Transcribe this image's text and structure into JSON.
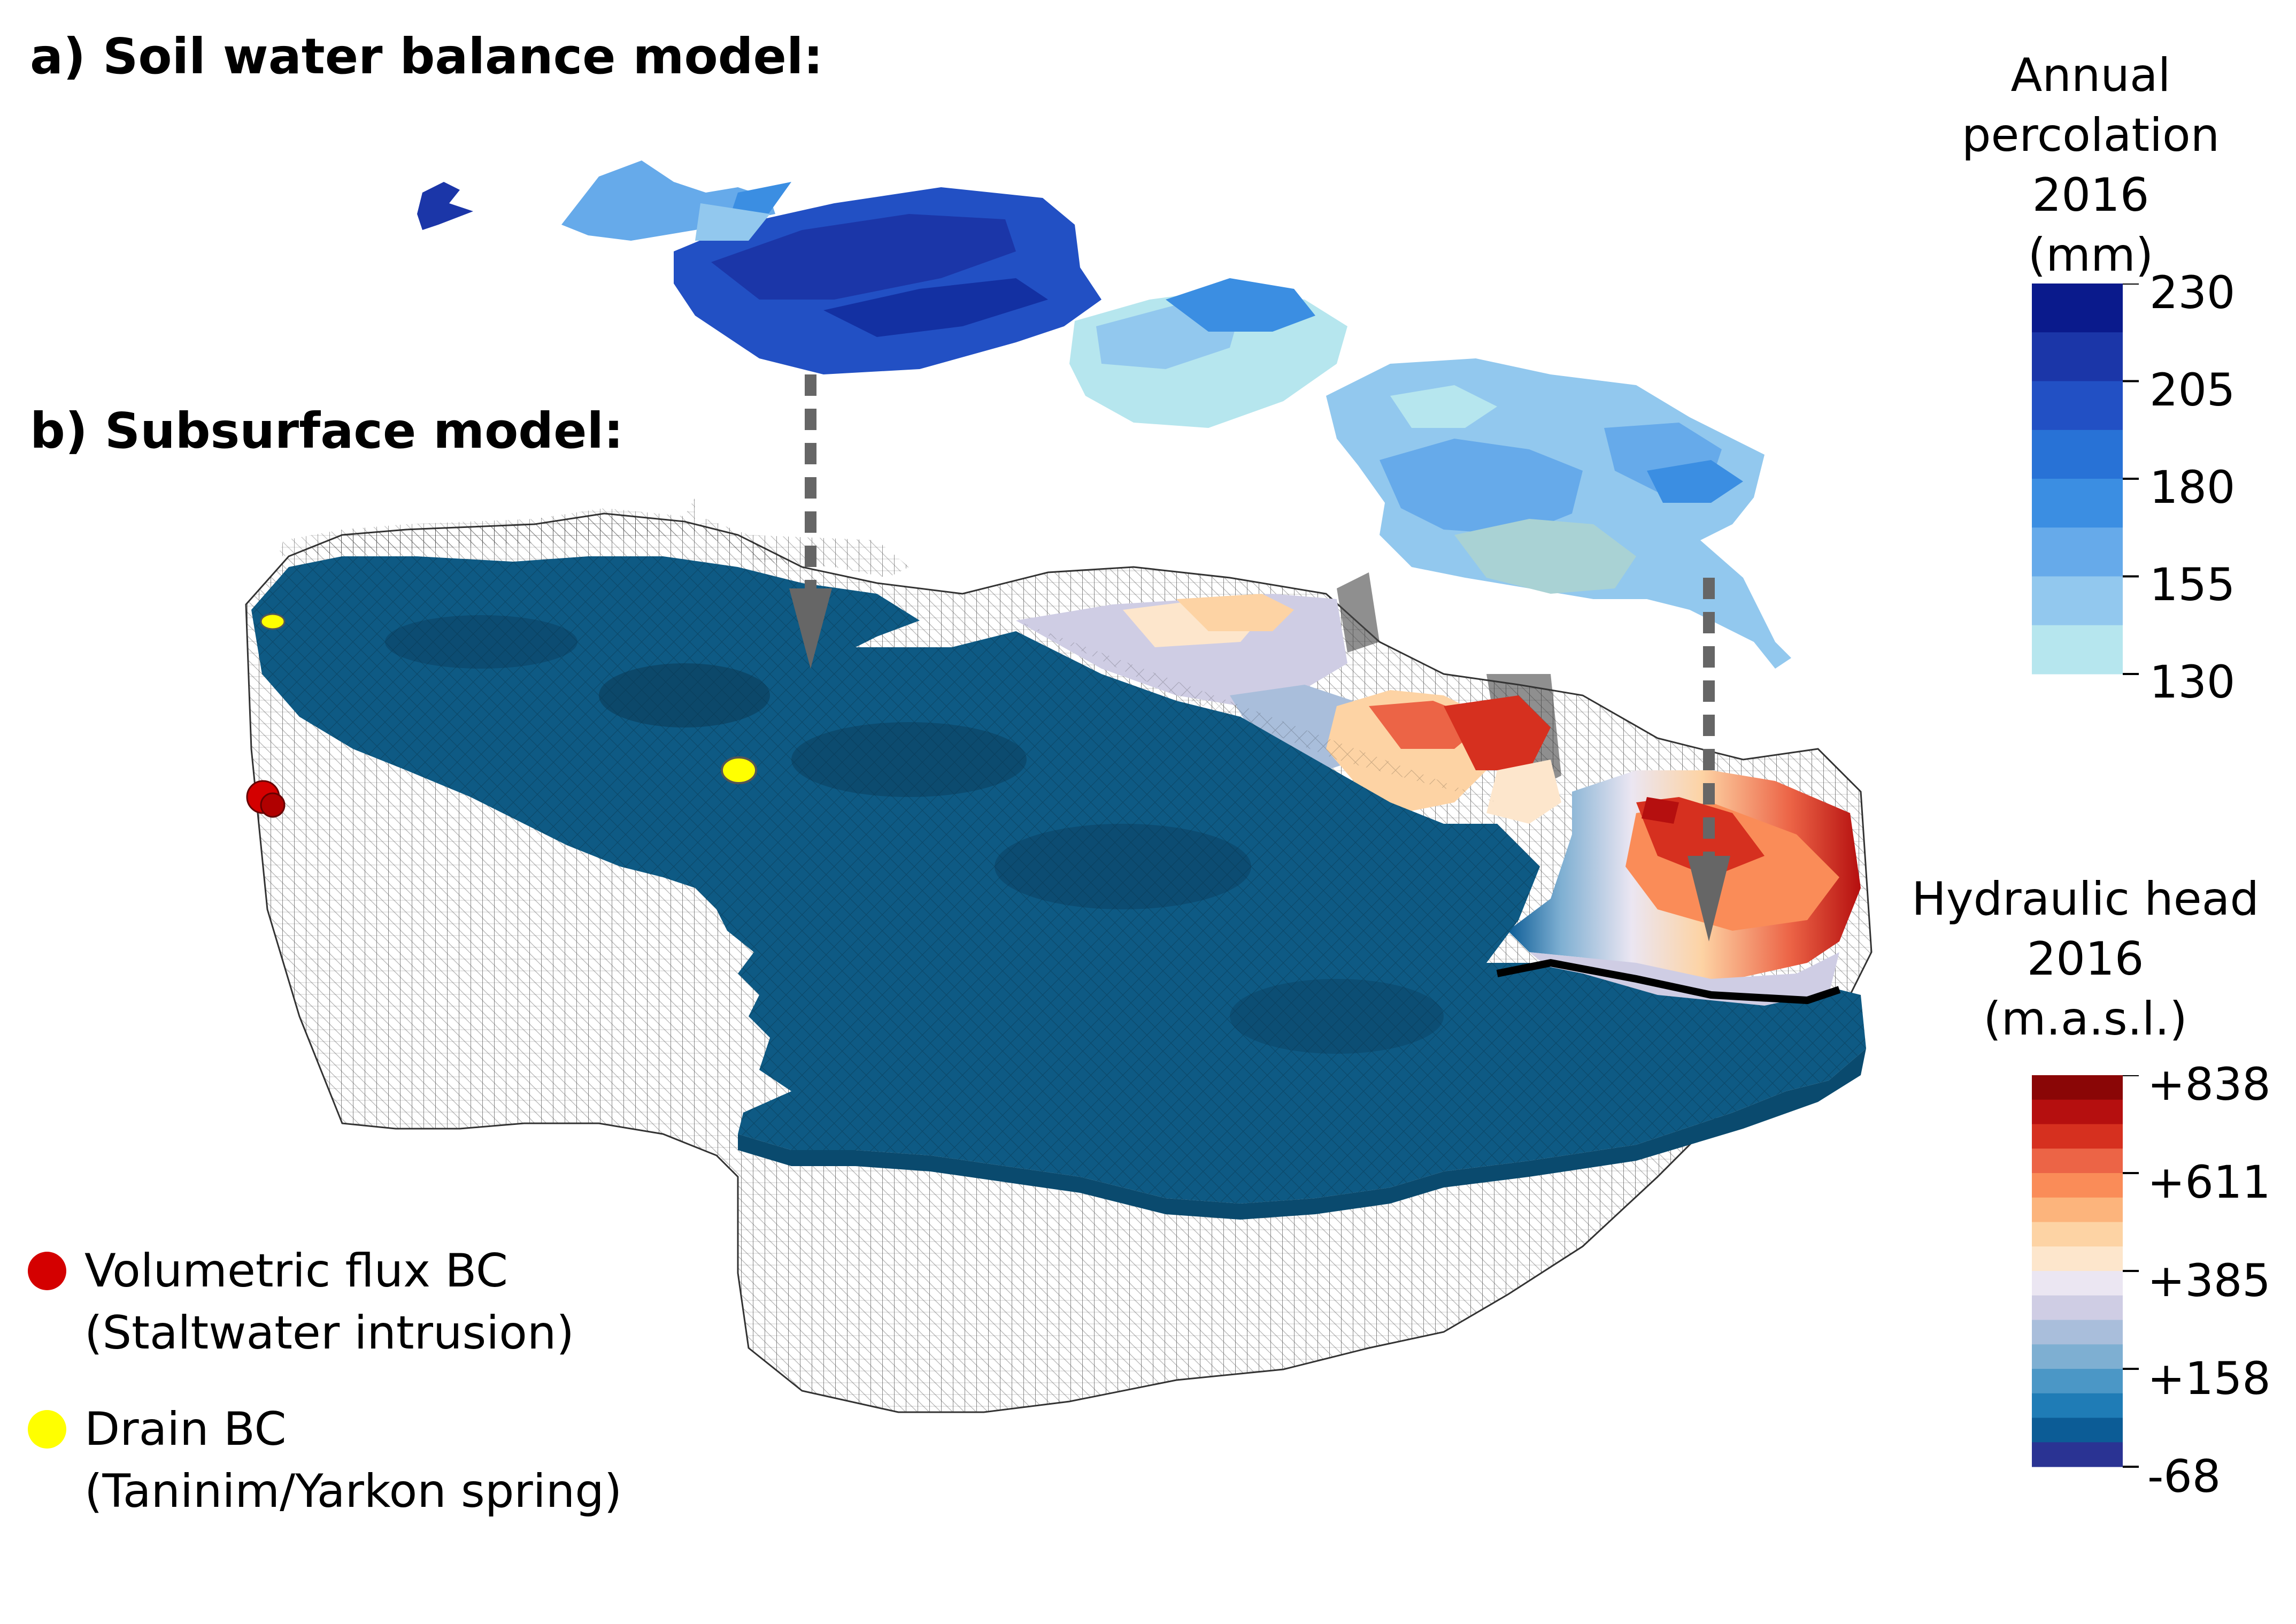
{
  "headings": {
    "a": "a) Soil water balance model:",
    "b": "b) Subsurface model:"
  },
  "percolation_legend": {
    "title_lines": [
      "Annual",
      "percolation",
      "2016",
      "(mm)"
    ],
    "ticks": [
      "230",
      "205",
      "180",
      "155",
      "130"
    ],
    "colors": [
      "#0a1a8c",
      "#1b36a8",
      "#2250c4",
      "#2872d6",
      "#3b8ee2",
      "#66aaea",
      "#92c8ee",
      "#b6e6ee"
    ]
  },
  "head_legend": {
    "title_lines": [
      "Hydraulic head",
      "2016",
      "(m.a.s.l.)"
    ],
    "ticks": [
      "+838",
      "+611",
      "+385",
      "+158",
      "-68"
    ],
    "colors": [
      "#8a0606",
      "#b50f0f",
      "#d6301f",
      "#ec6446",
      "#fa8c58",
      "#fcb47c",
      "#fdd3a4",
      "#fde6cc",
      "#ebe6f2",
      "#cfcde4",
      "#a9bedb",
      "#7eafd2",
      "#4b97c6",
      "#1f7cb6",
      "#0c5c96",
      "#2a3393"
    ]
  },
  "bc_legend": {
    "volumetric": {
      "line1": "Volumetric flux BC",
      "line2": "(Staltwater intrusion)",
      "color": "#d40000"
    },
    "drain": {
      "line1": "Drain BC",
      "line2": "(Taninim/Yarkon spring)",
      "color": "#ffff00"
    }
  }
}
